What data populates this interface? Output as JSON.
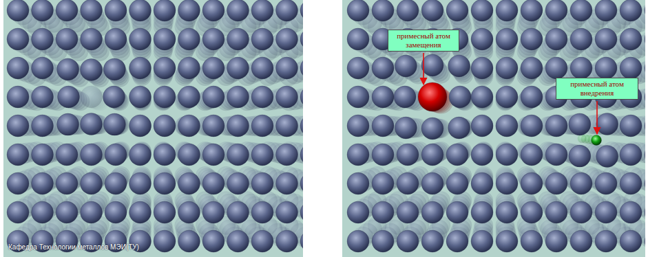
{
  "diagram": {
    "nodes": [
      {
        "text": [
          "примесный атом замещения"
        ]
      },
      {
        "text": [
          "примесный атом внедрения"
        ]
      }
    ],
    "labels": [
      "Кафедра Технологии металлов МЭИ(ТУ)"
    ]
  }
}
